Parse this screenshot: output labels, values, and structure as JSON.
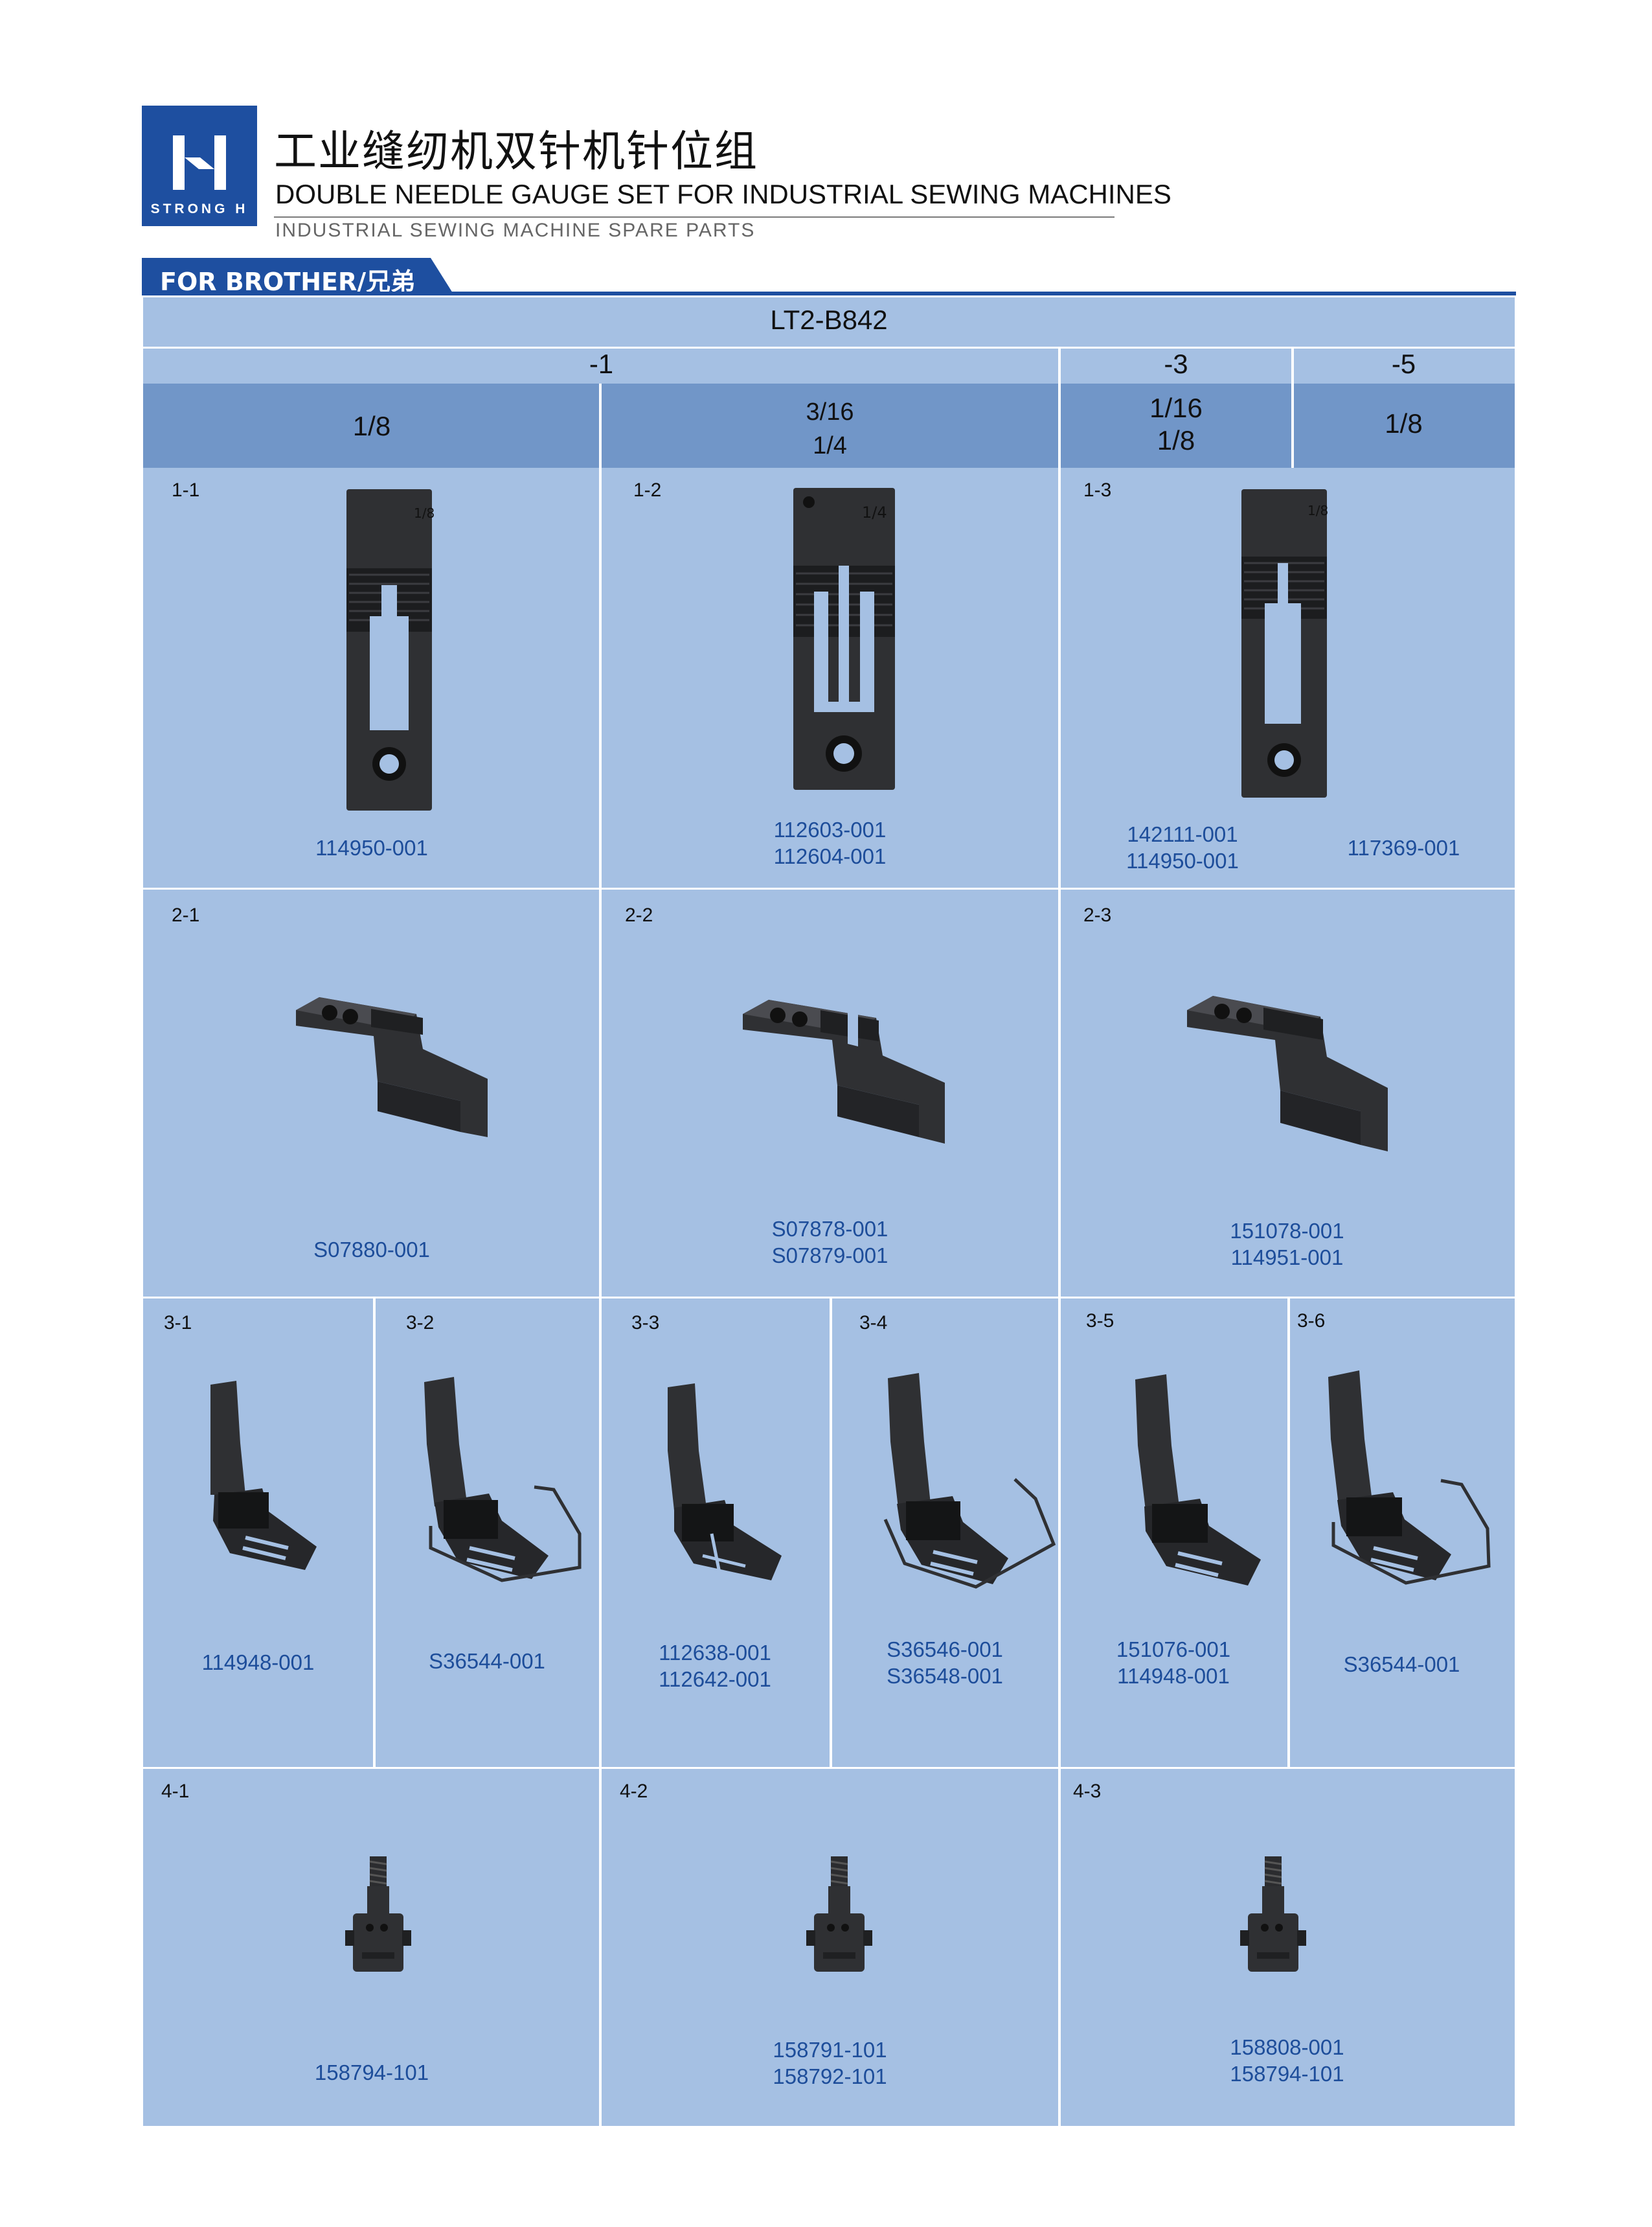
{
  "header": {
    "brand": "STRONG H",
    "title_cn": "工业缝纫机双针机针位组",
    "title_en": "DOUBLE NEEDLE GAUGE SET FOR INDUSTRIAL SEWING MACHINES",
    "subtitle": "INDUSTRIAL SEWING MACHINE SPARE PARTS"
  },
  "brand_tab": "FOR BROTHER/兄弟",
  "table": {
    "model": "LT2-B842",
    "groups": [
      "-1",
      "-3",
      "-5"
    ],
    "gauges": [
      {
        "lines": [
          "1/8"
        ]
      },
      {
        "lines": [
          "3/16",
          "1/4"
        ]
      },
      {
        "lines": [
          "1/16",
          "1/8"
        ]
      },
      {
        "lines": [
          "1/8"
        ]
      }
    ],
    "row1": [
      {
        "label": "1-1",
        "codes": [
          "114950-001"
        ]
      },
      {
        "label": "1-2",
        "codes": [
          "112603-001",
          "112604-001"
        ]
      },
      {
        "label": "1-3",
        "codes": [
          "142111-001",
          "114950-001"
        ],
        "extra": "117369-001"
      }
    ],
    "row2": [
      {
        "label": "2-1",
        "codes": [
          "S07880-001"
        ]
      },
      {
        "label": "2-2",
        "codes": [
          "S07878-001",
          "S07879-001"
        ]
      },
      {
        "label": "2-3",
        "codes": [
          "151078-001",
          "114951-001"
        ]
      }
    ],
    "row3": [
      {
        "label": "3-1",
        "codes": [
          "114948-001"
        ]
      },
      {
        "label": "3-2",
        "codes": [
          "S36544-001"
        ]
      },
      {
        "label": "3-3",
        "codes": [
          "112638-001",
          "112642-001"
        ]
      },
      {
        "label": "3-4",
        "codes": [
          "S36546-001",
          "S36548-001"
        ]
      },
      {
        "label": "3-5",
        "codes": [
          "151076-001",
          "114948-001"
        ]
      },
      {
        "label": "3-6",
        "codes": [
          "S36544-001"
        ]
      }
    ],
    "row4": [
      {
        "label": "4-1",
        "codes": [
          "158794-101"
        ]
      },
      {
        "label": "4-2",
        "codes": [
          "158791-101",
          "158792-101"
        ]
      },
      {
        "label": "4-3",
        "codes": [
          "158808-001",
          "158794-101"
        ]
      }
    ]
  },
  "colors": {
    "brand_blue": "#1e4fa0",
    "table_bg": "#a5c0e3",
    "header_band": "#7196c8",
    "code_text": "#1d4d9a",
    "part_metal": "#2f3033"
  },
  "icons": [
    "strong-h-logo-icon",
    "needle-plate-icon",
    "feed-dog-icon",
    "presser-foot-icon",
    "needle-clamp-icon"
  ]
}
